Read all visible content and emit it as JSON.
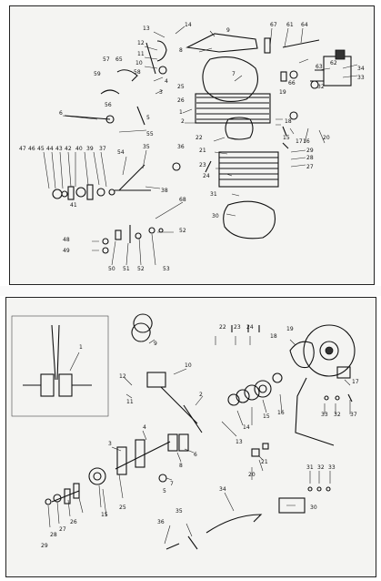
{
  "diagram_top": {
    "callouts": [
      "13",
      "14",
      "9",
      "67",
      "61",
      "64",
      "12",
      "11",
      "10",
      "4",
      "3",
      "8",
      "63",
      "62",
      "34",
      "33",
      "57",
      "65",
      "58",
      "59",
      "56",
      "7",
      "25",
      "26",
      "6",
      "66",
      "19",
      "32",
      "2",
      "1",
      "5",
      "18",
      "22",
      "17",
      "16",
      "20",
      "55",
      "21",
      "15",
      "29",
      "28",
      "27",
      "23",
      "24",
      "31",
      "30",
      "47",
      "46",
      "45",
      "44",
      "43",
      "42",
      "40",
      "39",
      "37",
      "54",
      "35",
      "36",
      "41",
      "38",
      "68",
      "48",
      "49",
      "50",
      "51",
      "52",
      "53",
      "52"
    ]
  },
  "diagram_bottom": {
    "callouts": [
      "1",
      "9",
      "10",
      "22",
      "23",
      "24",
      "19",
      "18",
      "12",
      "11",
      "2",
      "14",
      "15",
      "16",
      "17",
      "13",
      "33",
      "32",
      "37",
      "3",
      "4",
      "6",
      "8",
      "7",
      "5",
      "21",
      "20",
      "27",
      "28",
      "29",
      "26",
      "25",
      "15",
      "31",
      "32",
      "33",
      "34",
      "30",
      "36",
      "35"
    ]
  }
}
